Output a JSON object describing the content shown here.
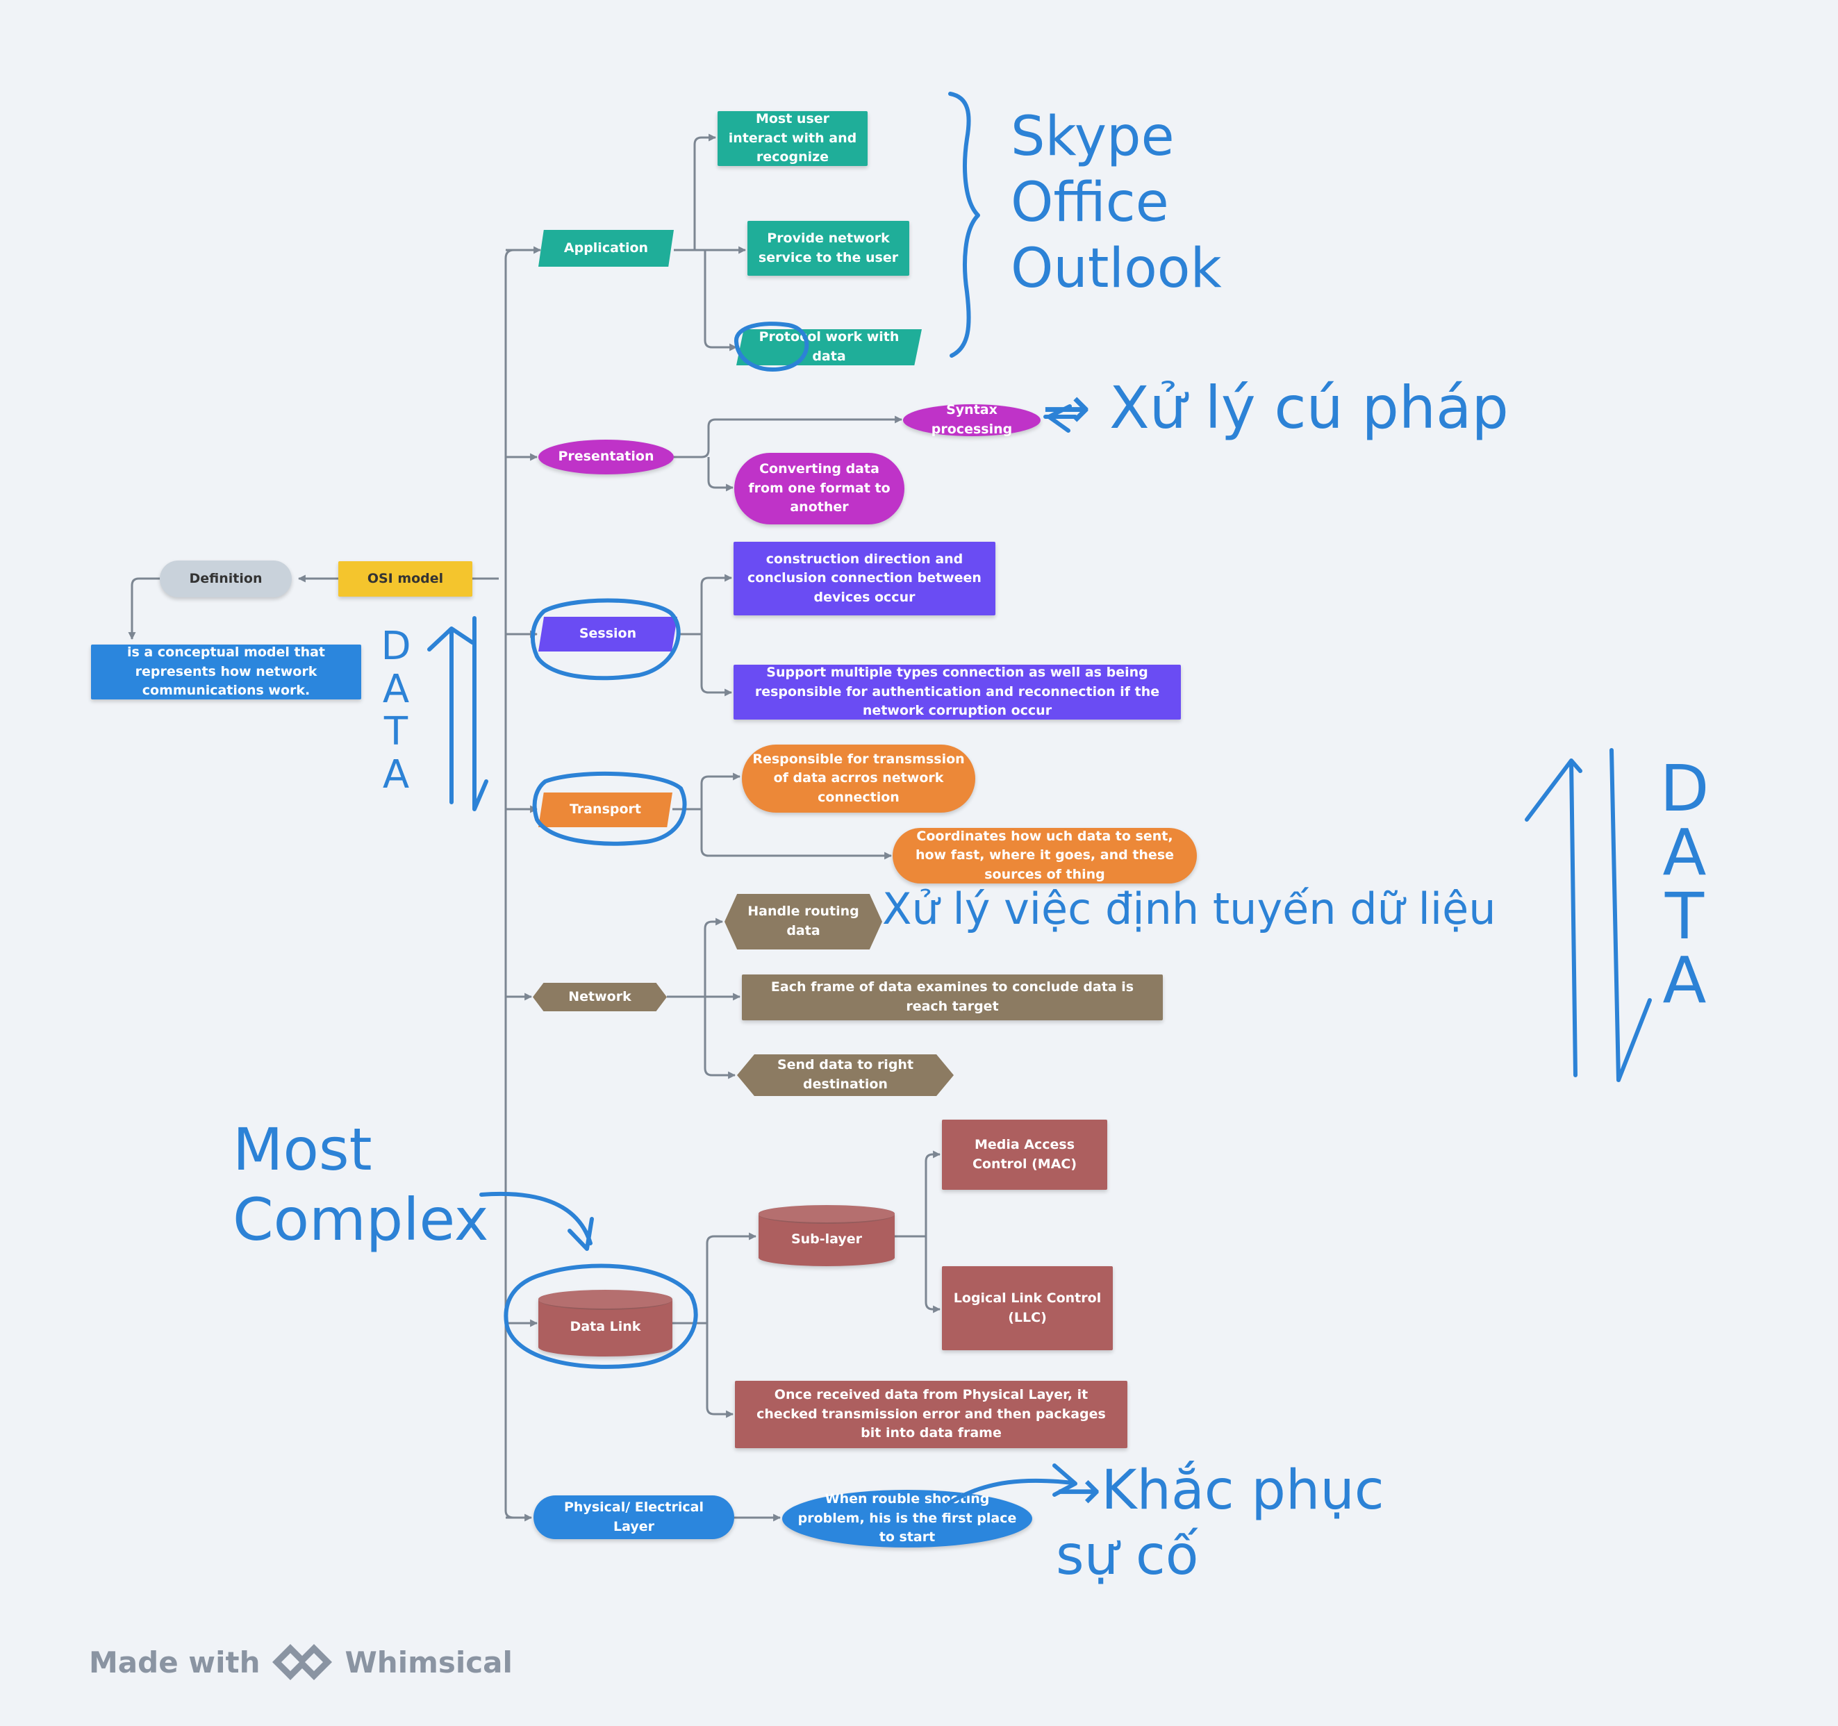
{
  "diagram": {
    "nodes": {
      "osi_model": "OSI model",
      "definition": "Definition",
      "definition_text": "is a conceptual model that represents how network communications work.",
      "application": "Application",
      "app_1": "Most user interact with and recognize",
      "app_2": "Provide network service to the user",
      "app_3": "Protocol work with data",
      "presentation": "Presentation",
      "pres_1": "Syntax processing",
      "pres_2": "Converting data from one format to another",
      "session": "Session",
      "sess_1": "construction direction and conclusion connection between devices occur",
      "sess_2": "Support multiple types connection as  well as being responsible for authentication and reconnection if the network corruption occur",
      "transport": "Transport",
      "trans_1": "Responsible for transmssion of data acrros network connection",
      "trans_2": "Coordinates how uch data to sent, how fast, where it goes, and these sources of thing",
      "network": "Network",
      "net_1": "Handle routing data",
      "net_2": "Each frame of data examines to conclude data is reach target",
      "net_3": "Send data to right destination",
      "data_link": "Data Link",
      "sub_layer": "Sub-layer",
      "mac": "Media Access Control (MAC)",
      "llc": "Logical Link Control (LLC)",
      "dl_2": "Once received data from Physical Layer, it checked transmission error and then packages bit into data frame",
      "physical": "Physical/ Electrical Layer",
      "phys_1": "When  rouble shooting problem,  his is the first place to start"
    },
    "annotations": {
      "apps": "Skype\nOffice\nOutlook",
      "syntax": "→ Xử lý cú pháp",
      "data_letters": "DATA",
      "routing": "Xử lý việc định tuyến dữ liệu",
      "most_complex": "Most\nComplex",
      "fix": "→Khắc phục\nsự cố"
    },
    "colors": {
      "teal": "#1fae99",
      "magenta": "#bf33c8",
      "purple": "#6a4cf3",
      "orange": "#ec8838",
      "brown": "#8c7b62",
      "rose": "#ad5f5f",
      "blue": "#2b86dd",
      "yellow": "#f4c52d",
      "grey": "#c9d2db",
      "connector": "#7c8692",
      "ink": "#2c82d6"
    }
  },
  "footer": {
    "made_with": "Made with",
    "brand": "Whimsical",
    "logo_icon": "whimsical-logo-icon"
  }
}
